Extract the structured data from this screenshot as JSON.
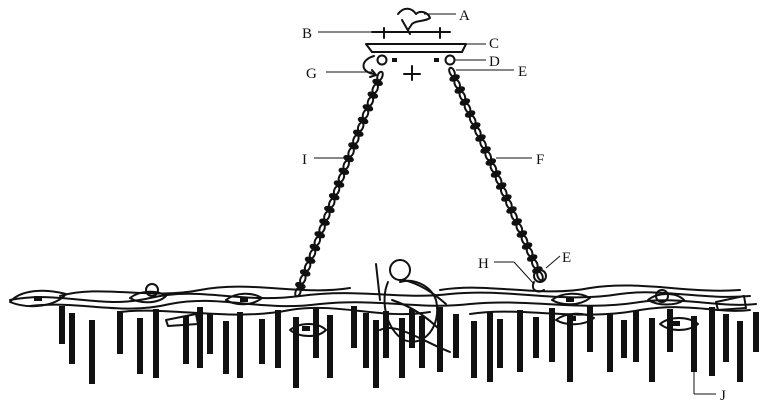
{
  "labels": {
    "A": "A",
    "B": "B",
    "C": "C",
    "D": "D",
    "E": "E",
    "F": "F",
    "G": "G",
    "H": "H",
    "I": "I",
    "J": "J",
    "E2": "E"
  }
}
